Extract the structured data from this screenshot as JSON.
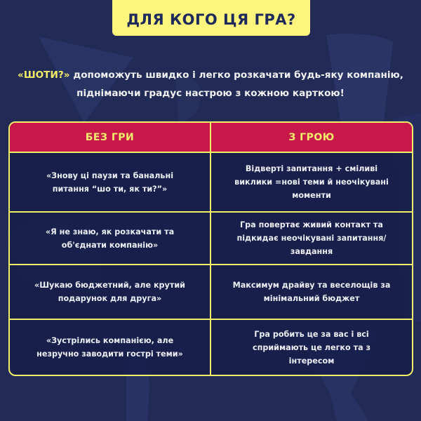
{
  "title": "ДЛЯ КОГО ЦЯ ГРА?",
  "intro": {
    "brand": "«ШОТИ?»",
    "text": " допоможуть швидко і легко розкачати будь-яку компанію, піднімаючи градус настрою з кожною карткою!"
  },
  "colors": {
    "background": "#222a56",
    "title_box": "#fdf57e",
    "header_fill": "#c8174b",
    "accent_yellow": "#f3ee6a",
    "title_text": "#1e2a5a"
  },
  "table": {
    "headers": [
      "БЕЗ ГРИ",
      "З ГРОЮ"
    ],
    "rows": [
      {
        "without": "«Знову ці паузи та банальні питання “шо ти, як ти?”»",
        "with": "Відверті запитання + сміливі виклики =нові теми й неочікувані моменти"
      },
      {
        "without": "«Я не знаю, як розкачати та об'єднати компанію»",
        "with": "Гра повертає живий контакт та підкидає неочікувані запитання/завдання"
      },
      {
        "without": "«Шукаю бюджетний, але крутий подарунок для друга»",
        "with": "Максимум драйву та веселощів за мінімальний бюджет"
      },
      {
        "without": "«Зустрілись компанією, але незручно заводити гострі теми»",
        "with": "Гра робить це за вас і всі сприймають це легко та з інтересом"
      }
    ]
  }
}
